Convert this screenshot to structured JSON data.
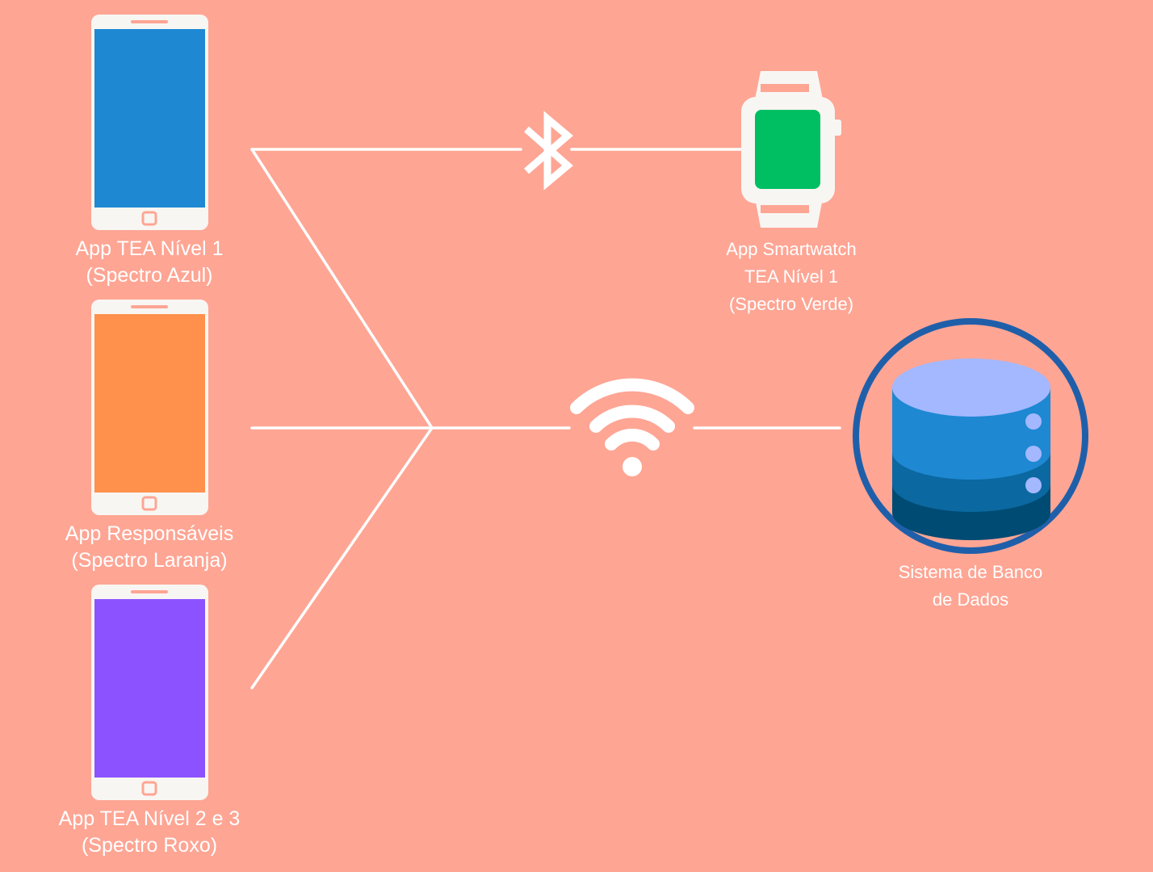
{
  "colors": {
    "background": "#FEA594",
    "device_frame": "#F8F6F2",
    "link_line": "#FFFFFF",
    "screen_blue": "#1E88D2",
    "screen_orange": "#FF914D",
    "screen_purple": "#8C52FF",
    "screen_green": "#00BF63",
    "db_ring": "#1F5FAA",
    "db_top": "#A3B8FF",
    "db_layer1": "#1E88D2",
    "db_layer2": "#0B68A0",
    "db_layer3": "#004B73",
    "db_light": "#A3B8FF"
  },
  "devices": [
    {
      "id": "app1",
      "screen_color": "#1E88D2",
      "label": [
        "App TEA Nível 1",
        "(Spectro Azul)"
      ]
    },
    {
      "id": "app2",
      "screen_color": "#FF914D",
      "label": [
        "App Responsáveis",
        "(Spectro Laranja)"
      ]
    },
    {
      "id": "app3",
      "screen_color": "#8C52FF",
      "label": [
        "App TEA Nível 2 e 3",
        "(Spectro Roxo)"
      ]
    }
  ],
  "smartwatch": {
    "screen_color": "#00BF63",
    "label": [
      "App Smartwatch",
      "TEA Nível 1",
      "(Spectro Verde)"
    ]
  },
  "database": {
    "label": [
      "Sistema de Banco",
      "de Dados"
    ]
  },
  "connections": {
    "bluetooth_icon": "bluetooth-icon",
    "wifi_icon": "wifi-icon"
  }
}
